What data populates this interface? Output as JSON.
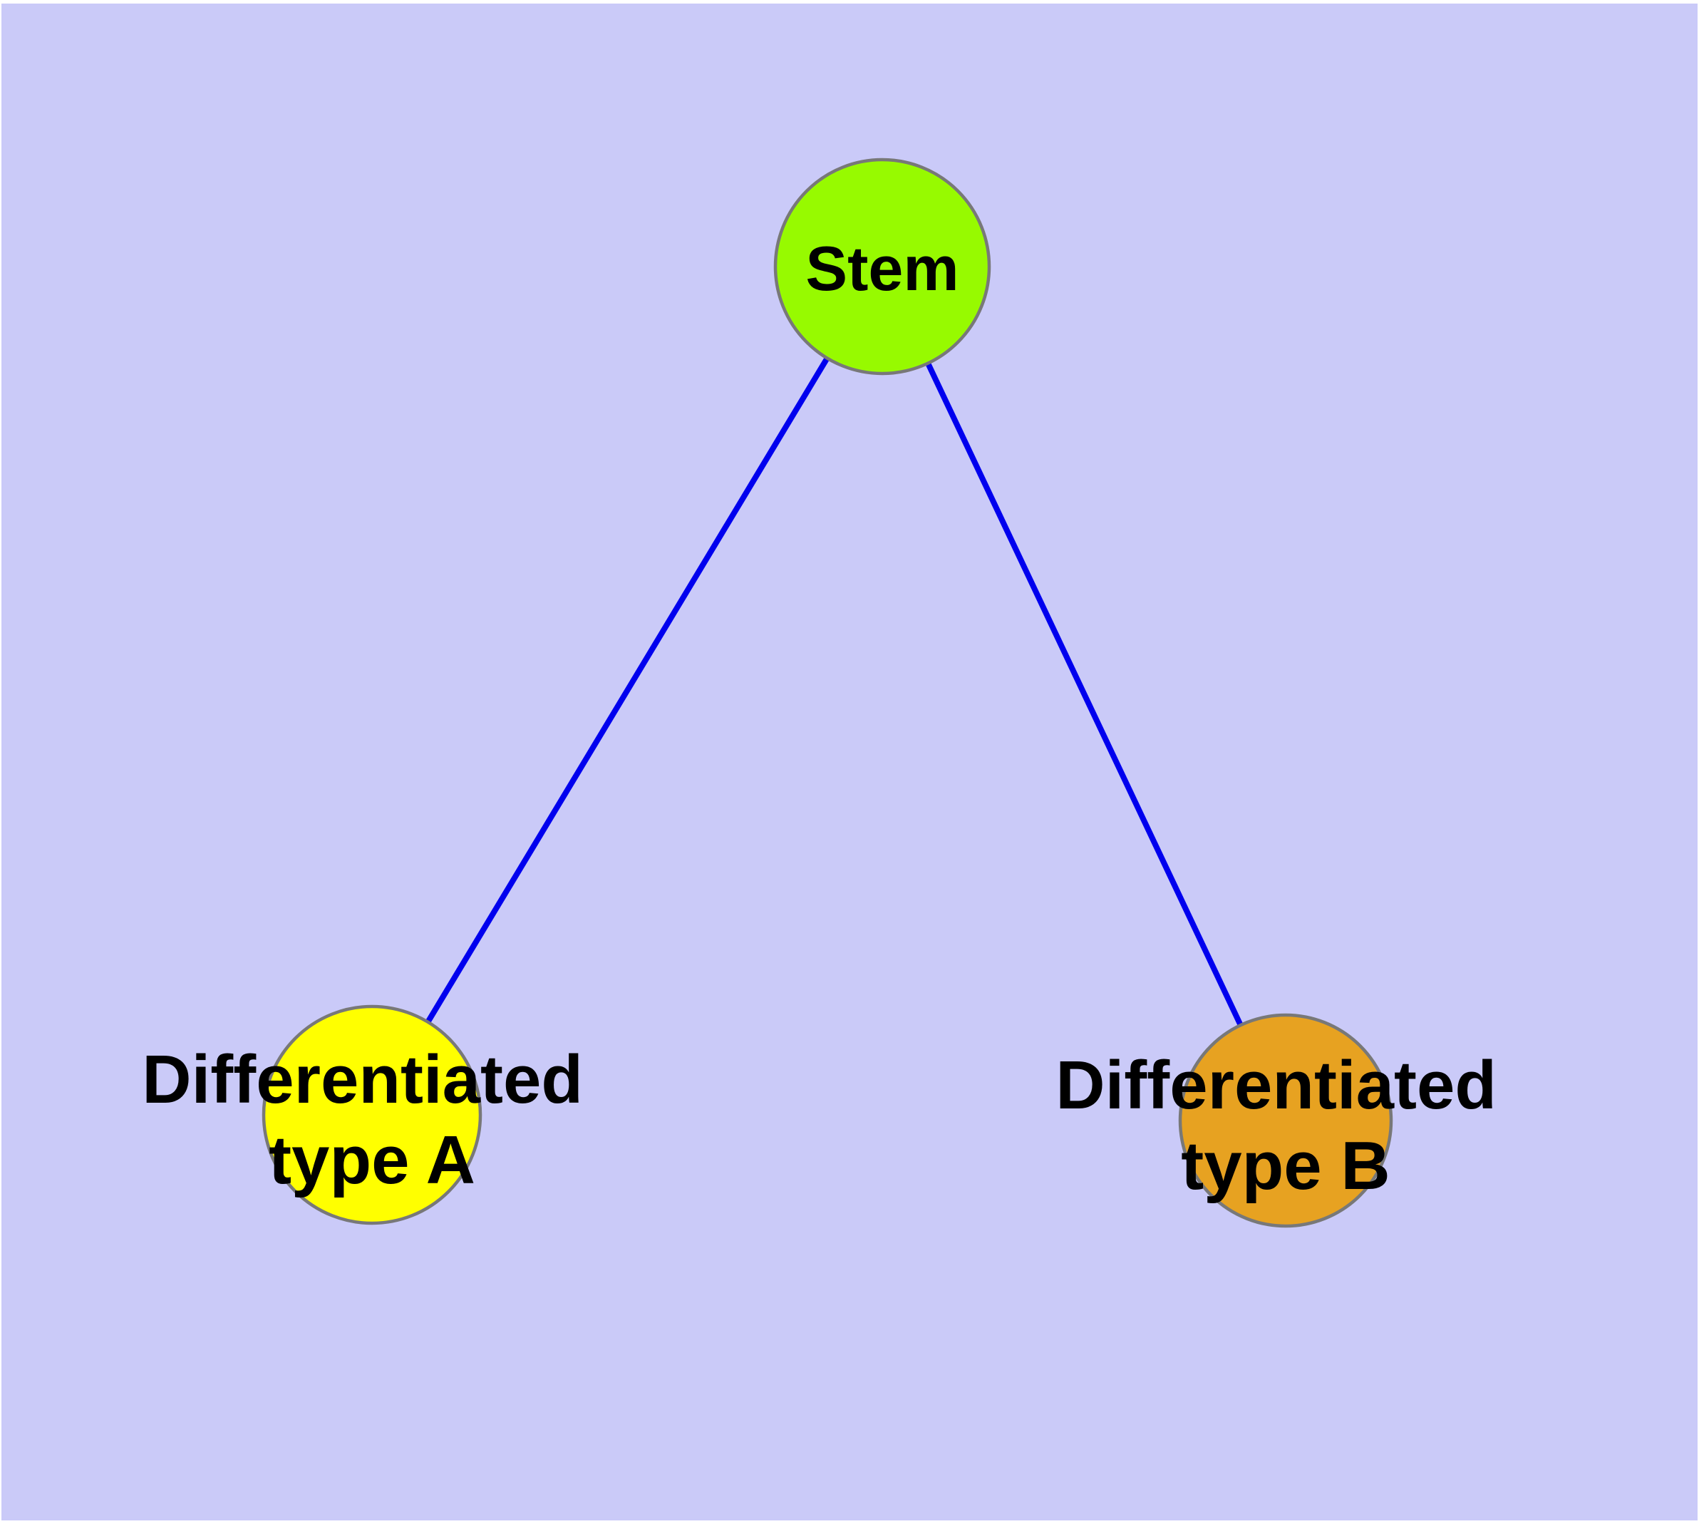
{
  "background_color": "#cacaf8",
  "frame_color": "#ffffff",
  "diagram": {
    "type": "graph",
    "label_color": "#000000",
    "node_border_color": "#787878",
    "nodes": [
      {
        "id": "stem",
        "label": "Stem",
        "fill": "#97fa00",
        "border": "#787878"
      },
      {
        "id": "differentiated-type-a",
        "label": "Differentiated type A",
        "label_line1": "Differentiated",
        "label_line2": "type A",
        "fill": "#ffff00",
        "border": "#787878"
      },
      {
        "id": "differentiated-type-b",
        "label": "Differentiated type B",
        "label_line1": "Differentiated",
        "label_line2": "type B",
        "fill": "#e7a221",
        "border": "#787878"
      }
    ],
    "edges": [
      {
        "from": "stem",
        "to": "differentiated-type-a",
        "color": "#0000ee"
      },
      {
        "from": "stem",
        "to": "differentiated-type-b",
        "color": "#0000ee"
      }
    ]
  }
}
